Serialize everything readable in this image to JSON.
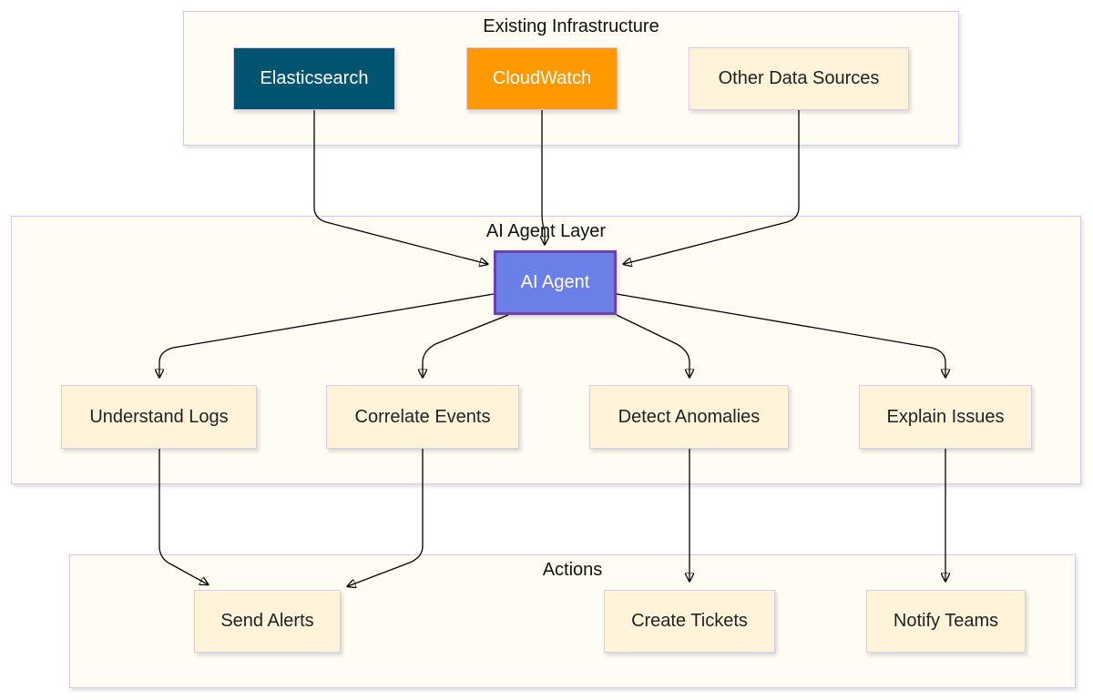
{
  "colors": {
    "cluster_fill": "#fffdf3",
    "cluster_border": "#dcc8ec",
    "node_fill": "#fff3da",
    "elasticsearch_fill": "#015470",
    "cloudwatch_fill": "#ff9900",
    "agent_fill": "#6b7fe8",
    "agent_border": "#6a42a8",
    "edge": "#000000"
  },
  "clusters": {
    "infrastructure": {
      "title": "Existing Infrastructure"
    },
    "agent_layer": {
      "title": "AI Agent Layer"
    },
    "actions": {
      "title": "Actions"
    }
  },
  "nodes": {
    "elasticsearch": {
      "label": "Elasticsearch"
    },
    "cloudwatch": {
      "label": "CloudWatch"
    },
    "other_sources": {
      "label": "Other Data Sources"
    },
    "ai_agent": {
      "label": "AI Agent"
    },
    "understand_logs": {
      "label": "Understand Logs"
    },
    "correlate_events": {
      "label": "Correlate Events"
    },
    "detect_anomalies": {
      "label": "Detect Anomalies"
    },
    "explain_issues": {
      "label": "Explain Issues"
    },
    "send_alerts": {
      "label": "Send Alerts"
    },
    "create_tickets": {
      "label": "Create Tickets"
    },
    "notify_teams": {
      "label": "Notify Teams"
    }
  },
  "edges": [
    {
      "from": "Elasticsearch",
      "to": "AI Agent"
    },
    {
      "from": "CloudWatch",
      "to": "AI Agent"
    },
    {
      "from": "Other Data Sources",
      "to": "AI Agent"
    },
    {
      "from": "AI Agent",
      "to": "Understand Logs"
    },
    {
      "from": "AI Agent",
      "to": "Correlate Events"
    },
    {
      "from": "AI Agent",
      "to": "Detect Anomalies"
    },
    {
      "from": "AI Agent",
      "to": "Explain Issues"
    },
    {
      "from": "Understand Logs",
      "to": "Send Alerts"
    },
    {
      "from": "Correlate Events",
      "to": "Send Alerts"
    },
    {
      "from": "Detect Anomalies",
      "to": "Create Tickets"
    },
    {
      "from": "Explain Issues",
      "to": "Notify Teams"
    }
  ]
}
